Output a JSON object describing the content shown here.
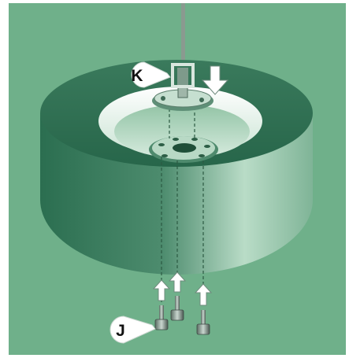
{
  "callouts": {
    "k_label": "K",
    "j_label": "J"
  },
  "colors": {
    "background": "#6fb08a",
    "tyre_dark": "#1e5a40",
    "tyre_mid": "#3e7f60",
    "tyre_light": "#a9d4bb",
    "rim": "#e6f1ea",
    "arrow": "#ffffff"
  },
  "icons": {
    "k_callout": "callout-bubble",
    "j_callout": "callout-bubble",
    "bolt": "bolt-icon",
    "arrow_up": "arrow-up-icon",
    "arrow_down": "arrow-down-icon"
  }
}
